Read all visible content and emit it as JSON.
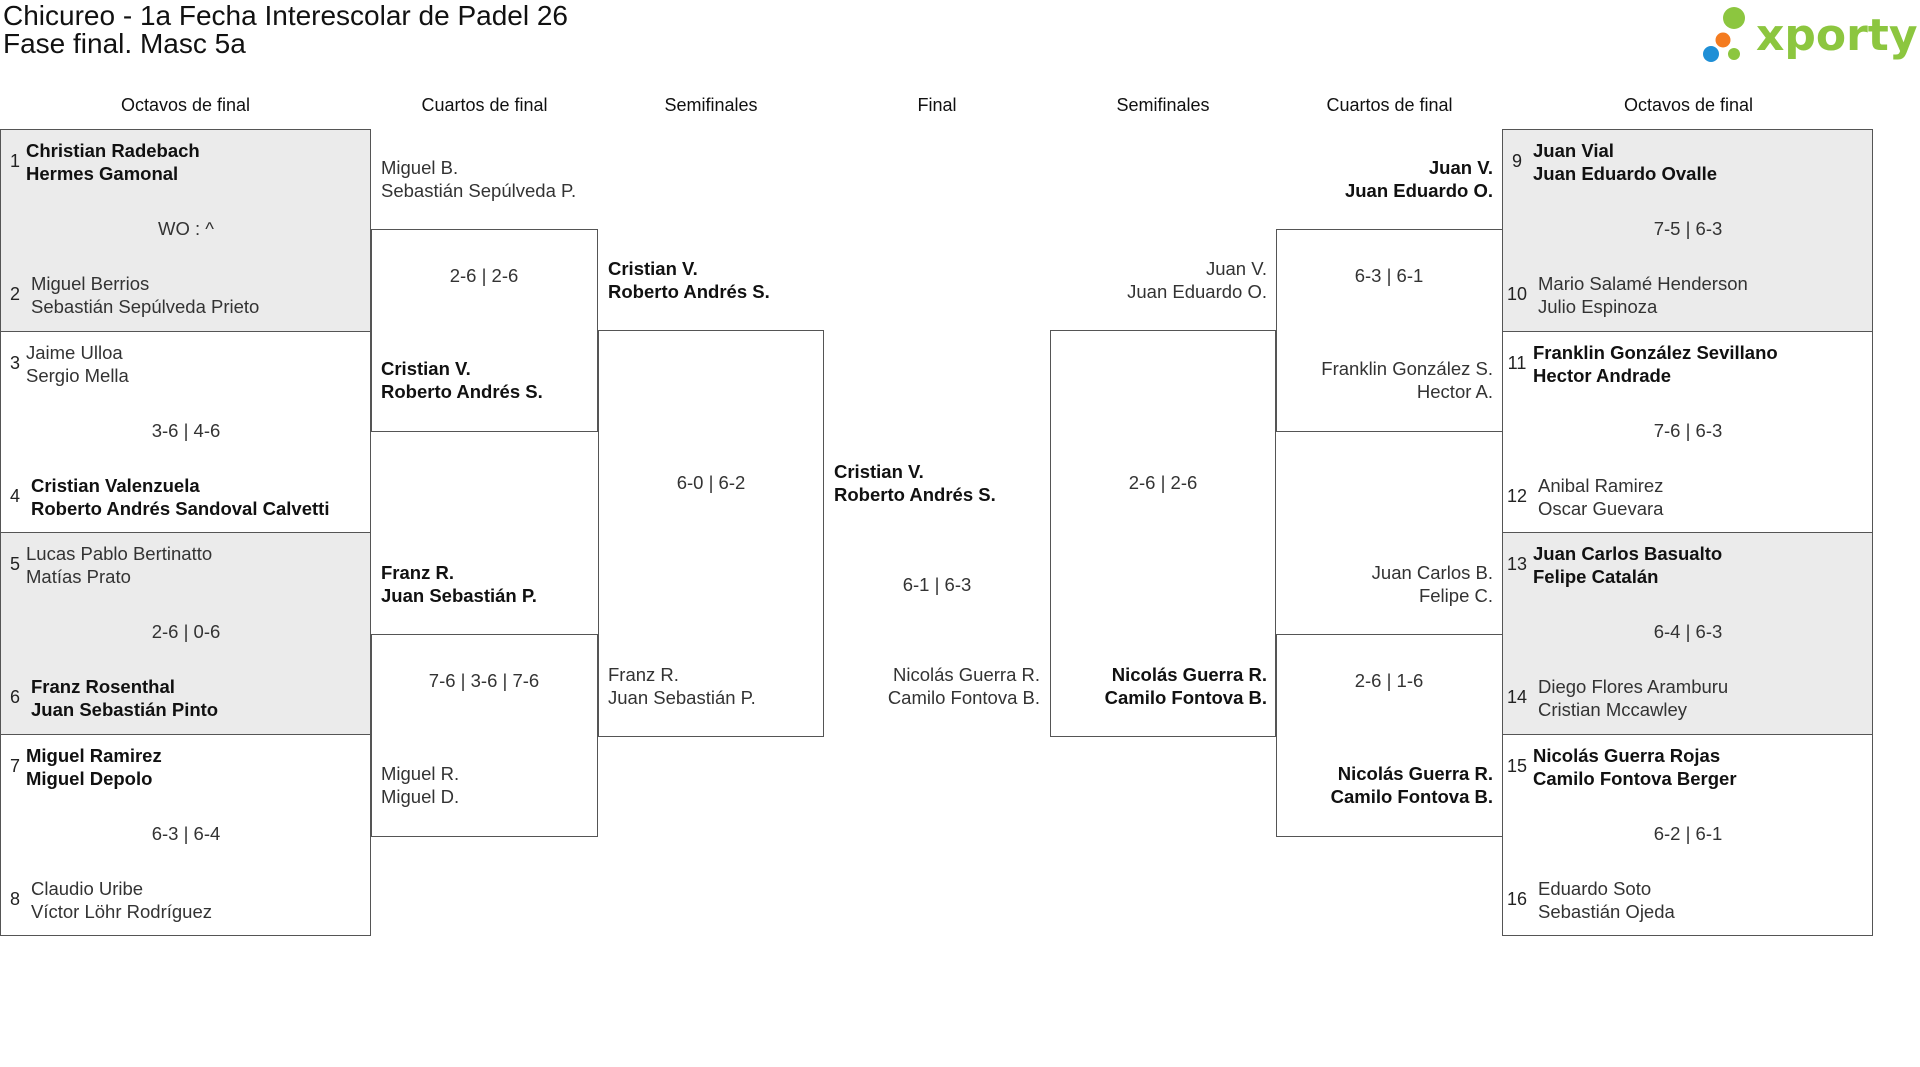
{
  "header": {
    "title": "Chicureo - 1a Fecha Interescolar de Padel 26",
    "subtitle": "Fase final. Masc 5a",
    "logo_text": "xporty",
    "logo_colors": {
      "text": "#8cc63f",
      "dot_green": "#8cc63f",
      "dot_orange": "#f47b20",
      "dot_blue": "#1f8fd6"
    }
  },
  "columns": {
    "left_r16": "Octavos de final",
    "left_qf": "Cuartos de final",
    "left_sf": "Semifinales",
    "final": "Final",
    "right_sf": "Semifinales",
    "right_qf": "Cuartos de final",
    "right_r16": "Octavos de final"
  },
  "r16_left": [
    {
      "score": "WO : ^",
      "top": {
        "seed": "1",
        "p1": "Christian Radebach",
        "p2": "Hermes Gamonal"
      },
      "bottom": {
        "seed": "2",
        "p1": "Miguel Berrios",
        "p2": "Sebastián Sepúlveda Prieto"
      }
    },
    {
      "score": "3-6 | 4-6",
      "top": {
        "seed": "3",
        "p1": "Jaime Ulloa",
        "p2": "Sergio Mella"
      },
      "bottom": {
        "seed": "4",
        "p1": "Cristian Valenzuela",
        "p2": "Roberto Andrés Sandoval Calvetti"
      }
    },
    {
      "score": "2-6 | 0-6",
      "top": {
        "seed": "5",
        "p1": "Lucas Pablo Bertinatto",
        "p2": "Matías Prato"
      },
      "bottom": {
        "seed": "6",
        "p1": "Franz Rosenthal",
        "p2": "Juan Sebastián Pinto"
      }
    },
    {
      "score": "6-3 | 6-4",
      "top": {
        "seed": "7",
        "p1": "Miguel Ramirez",
        "p2": "Miguel Depolo"
      },
      "bottom": {
        "seed": "8",
        "p1": "Claudio Uribe",
        "p2": "Víctor Löhr Rodríguez"
      }
    }
  ],
  "qf_left": [
    {
      "score": "2-6 | 2-6",
      "top": {
        "p1": "Miguel B.",
        "p2": "Sebastián Sepúlveda P."
      },
      "bottom": {
        "p1": "Cristian V.",
        "p2": "Roberto Andrés S."
      }
    },
    {
      "score": "7-6 | 3-6 | 7-6",
      "top": {
        "p1": "Franz R.",
        "p2": "Juan Sebastián P."
      },
      "bottom": {
        "p1": "Miguel R.",
        "p2": "Miguel D."
      }
    }
  ],
  "sf_left": {
    "score": "6-0 | 6-2",
    "top": {
      "p1": "Cristian V.",
      "p2": "Roberto Andrés S."
    },
    "bottom": {
      "p1": "Franz R.",
      "p2": "Juan Sebastián P."
    }
  },
  "final": {
    "score": "6-1 | 6-3",
    "left": {
      "p1": "Cristian V.",
      "p2": "Roberto Andrés S."
    },
    "right": {
      "p1": "Nicolás Guerra R.",
      "p2": "Camilo Fontova B."
    }
  },
  "sf_right": {
    "score": "2-6 | 2-6",
    "top": {
      "p1": "Juan V.",
      "p2": "Juan Eduardo O."
    },
    "bottom": {
      "p1": "Nicolás Guerra R.",
      "p2": "Camilo Fontova B."
    }
  },
  "qf_right": [
    {
      "score": "6-3 | 6-1",
      "top": {
        "p1": "Juan V.",
        "p2": "Juan Eduardo O."
      },
      "bottom": {
        "p1": "Franklin González S.",
        "p2": "Hector A."
      }
    },
    {
      "score": "2-6 | 1-6",
      "top": {
        "p1": "Juan Carlos B.",
        "p2": "Felipe C."
      },
      "bottom": {
        "p1": "Nicolás Guerra R.",
        "p2": "Camilo Fontova B."
      }
    }
  ],
  "r16_right": [
    {
      "score": "7-5 | 6-3",
      "top": {
        "seed": "9",
        "p1": "Juan Vial",
        "p2": "Juan Eduardo Ovalle"
      },
      "bottom": {
        "seed": "10",
        "p1": "Mario Salamé Henderson",
        "p2": "Julio Espinoza"
      }
    },
    {
      "score": "7-6 | 6-3",
      "top": {
        "seed": "11",
        "p1": "Franklin González Sevillano",
        "p2": "Hector Andrade"
      },
      "bottom": {
        "seed": "12",
        "p1": "Anibal Ramirez",
        "p2": "Oscar Guevara"
      }
    },
    {
      "score": "6-4 | 6-3",
      "top": {
        "seed": "13",
        "p1": "Juan Carlos Basualto",
        "p2": "Felipe Catalán"
      },
      "bottom": {
        "seed": "14",
        "p1": "Diego Flores Aramburu",
        "p2": "Cristian Mccawley"
      }
    },
    {
      "score": "6-2 | 6-1",
      "top": {
        "seed": "15",
        "p1": "Nicolás Guerra Rojas",
        "p2": "Camilo Fontova Berger"
      },
      "bottom": {
        "seed": "16",
        "p1": "Eduardo Soto",
        "p2": "Sebastián Ojeda"
      }
    }
  ]
}
